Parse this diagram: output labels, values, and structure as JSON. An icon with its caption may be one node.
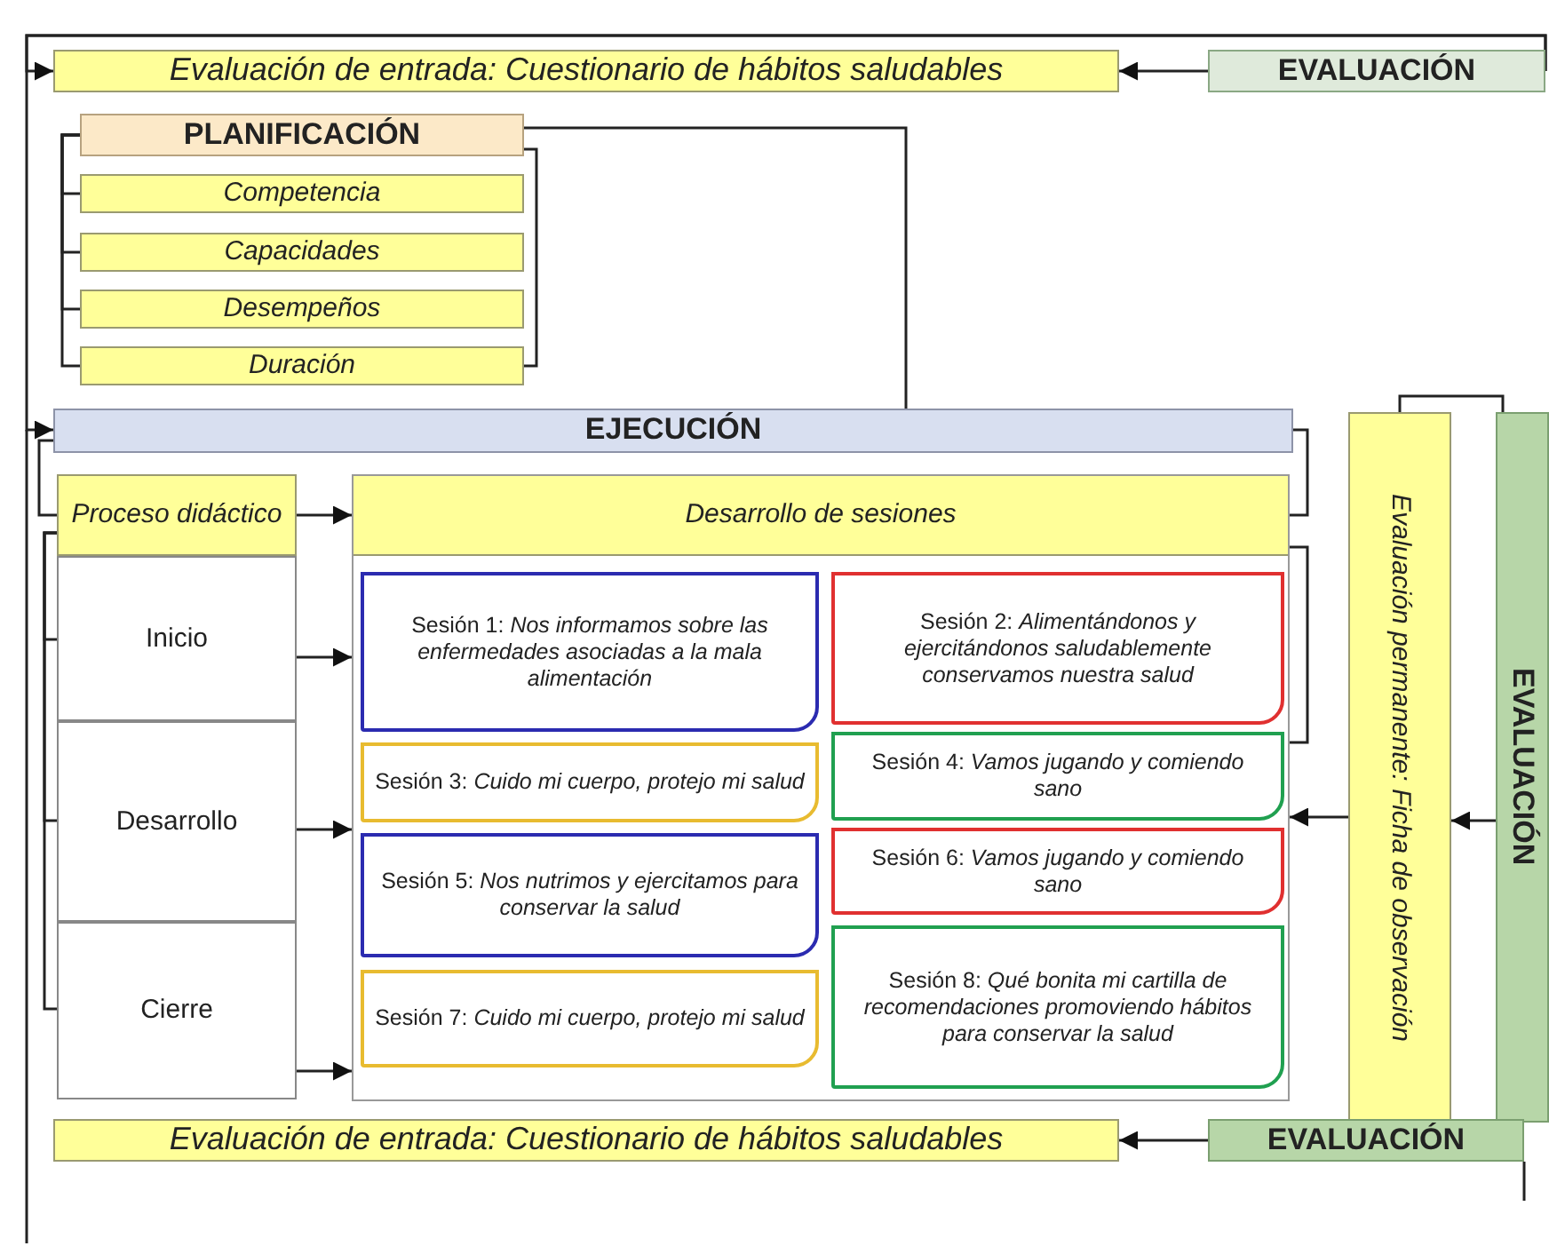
{
  "diagram": {
    "nodes": [
      {
        "text": [
          "Evaluación de entrada: Cuestionario de hábitos saludables"
        ]
      },
      {
        "text": [
          "EVALUACIÓN"
        ]
      },
      {
        "text": [
          "PLANIFICACIÓN"
        ]
      },
      {
        "text": [
          "Competencia"
        ]
      },
      {
        "text": [
          "Capacidades"
        ]
      },
      {
        "text": [
          "Desempeños"
        ]
      },
      {
        "text": [
          "Duración"
        ]
      },
      {
        "text": [
          "EJECUCIÓN"
        ]
      },
      {
        "text": [
          "Proceso didáctico"
        ]
      },
      {
        "text": [
          "Desarrollo de sesiones"
        ]
      },
      {
        "text": [
          "Inicio"
        ]
      },
      {
        "text": [
          "Desarrollo"
        ]
      },
      {
        "text": [
          "Cierre"
        ]
      },
      {
        "text": [
          "Sesión 1: *Nos informamos sobre las enfermedades asociadas a la mala alimentación*"
        ],
        "in": 9
      },
      {
        "text": [
          "Sesión 2: *Alimentándonos y ejercitándonos saludablemente conservamos nuestra salud*"
        ],
        "in": 9
      },
      {
        "text": [
          "Sesión 3: *Cuido mi cuerpo, protejo mi salud*"
        ],
        "in": 9
      },
      {
        "text": [
          "Sesión 4: *Vamos jugando y comiendo sano*"
        ],
        "in": 9
      },
      {
        "text": [
          "Sesión 5: *Nos nutrimos y ejercitamos para conservar la salud*"
        ],
        "in": 9
      },
      {
        "text": [
          "Sesión 6: *Vamos jugando y comiendo sano*"
        ],
        "in": 9
      },
      {
        "text": [
          "Sesión 8: *Qué bonita mi cartilla de recomendaciones promoviendo hábitos para conservar la salud*"
        ],
        "in": 9
      },
      {
        "text": [
          "Sesión 7: *Cuido mi cuerpo, protejo mi salud*"
        ],
        "in": 9
      },
      {
        "text": [
          "Evaluación permanente: Ficha de observación"
        ]
      },
      {
        "text": [
          "EVALUACIÓN"
        ]
      },
      {
        "text": [
          "Evaluación de entrada: Cuestionario de hábitos saludables"
        ]
      },
      {
        "text": [
          "EVALUACIÓN"
        ]
      }
    ],
    "edges": [
      {
        "from": 1,
        "to": 0,
        "arrow": "to"
      },
      {
        "from": 1,
        "to": 0,
        "arrow": "to"
      },
      {
        "from": 1,
        "to": 7,
        "arrow": "to"
      },
      {
        "from": 2,
        "to": 3,
        "arrow": "none"
      },
      {
        "from": 2,
        "to": 4,
        "arrow": "none"
      },
      {
        "from": 2,
        "to": 5,
        "arrow": "none"
      },
      {
        "from": 2,
        "to": 6,
        "arrow": "none"
      },
      {
        "from": 2,
        "to": 7,
        "arrow": "none"
      },
      {
        "from": 7,
        "to": 8,
        "arrow": "none"
      },
      {
        "from": 8,
        "to": 10,
        "arrow": "none"
      },
      {
        "from": 8,
        "to": 11,
        "arrow": "none"
      },
      {
        "from": 8,
        "to": 12,
        "arrow": "none"
      },
      {
        "from": 8,
        "to": 9,
        "arrow": "to"
      },
      {
        "from": 10,
        "to": 9,
        "arrow": "to"
      },
      {
        "from": 11,
        "to": 9,
        "arrow": "to"
      },
      {
        "from": 12,
        "to": 9,
        "arrow": "to"
      },
      {
        "from": 7,
        "to": 9,
        "arrow": "none"
      },
      {
        "from": 21,
        "to": 9,
        "arrow": "to"
      },
      {
        "from": 22,
        "to": 21,
        "arrow": "to"
      },
      {
        "from": 21,
        "to": 22,
        "arrow": "none"
      },
      {
        "from": 24,
        "to": 23,
        "arrow": "to"
      }
    ]
  }
}
